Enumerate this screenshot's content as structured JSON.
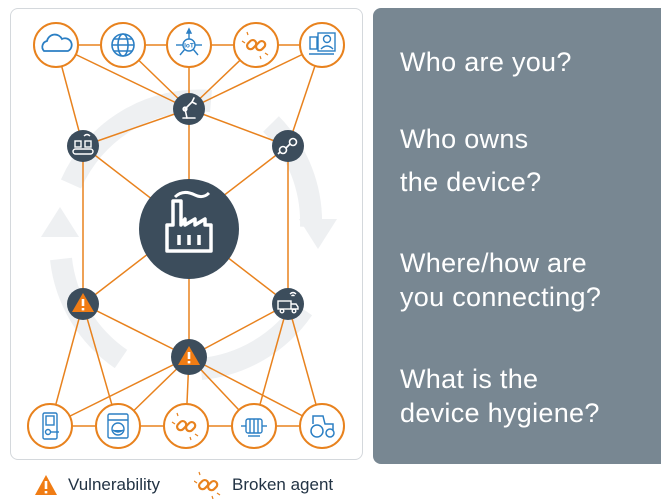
{
  "diagram": {
    "center_node": {
      "icon": "factory-icon"
    },
    "top_row": [
      {
        "icon": "cloud-icon"
      },
      {
        "icon": "globe-icon"
      },
      {
        "icon": "iot-hub-icon",
        "text": "IoT"
      },
      {
        "icon": "broken-link-icon"
      },
      {
        "icon": "people-device-icon"
      }
    ],
    "bottom_row": [
      {
        "icon": "door-lock-icon"
      },
      {
        "icon": "washing-machine-icon"
      },
      {
        "icon": "broken-link-icon"
      },
      {
        "icon": "motor-icon"
      },
      {
        "icon": "tractor-icon"
      }
    ],
    "ring_nodes": [
      {
        "icon": "robot-arm-icon"
      },
      {
        "icon": "conveyor-icon"
      },
      {
        "icon": "gear-link-icon"
      },
      {
        "icon": "warning-triangle-icon"
      },
      {
        "icon": "truck-icon"
      },
      {
        "icon": "warning-triangle-icon"
      }
    ],
    "colors": {
      "node_fill": "#3c4d5c",
      "link": "#e8821e",
      "warning": "#f07c14",
      "cycle_arrow": "#eef0f2"
    }
  },
  "questions": [
    "Who are you?",
    "Who owns",
    "the device?",
    "Where/how are",
    "you connecting?",
    "What is the",
    "device hygiene?"
  ],
  "legend": [
    {
      "icon": "warning-triangle-icon",
      "label": "Vulnerability"
    },
    {
      "icon": "broken-link-icon",
      "label": "Broken agent"
    }
  ],
  "colors": {
    "panel": "#788792",
    "accent": "#e8821e"
  }
}
